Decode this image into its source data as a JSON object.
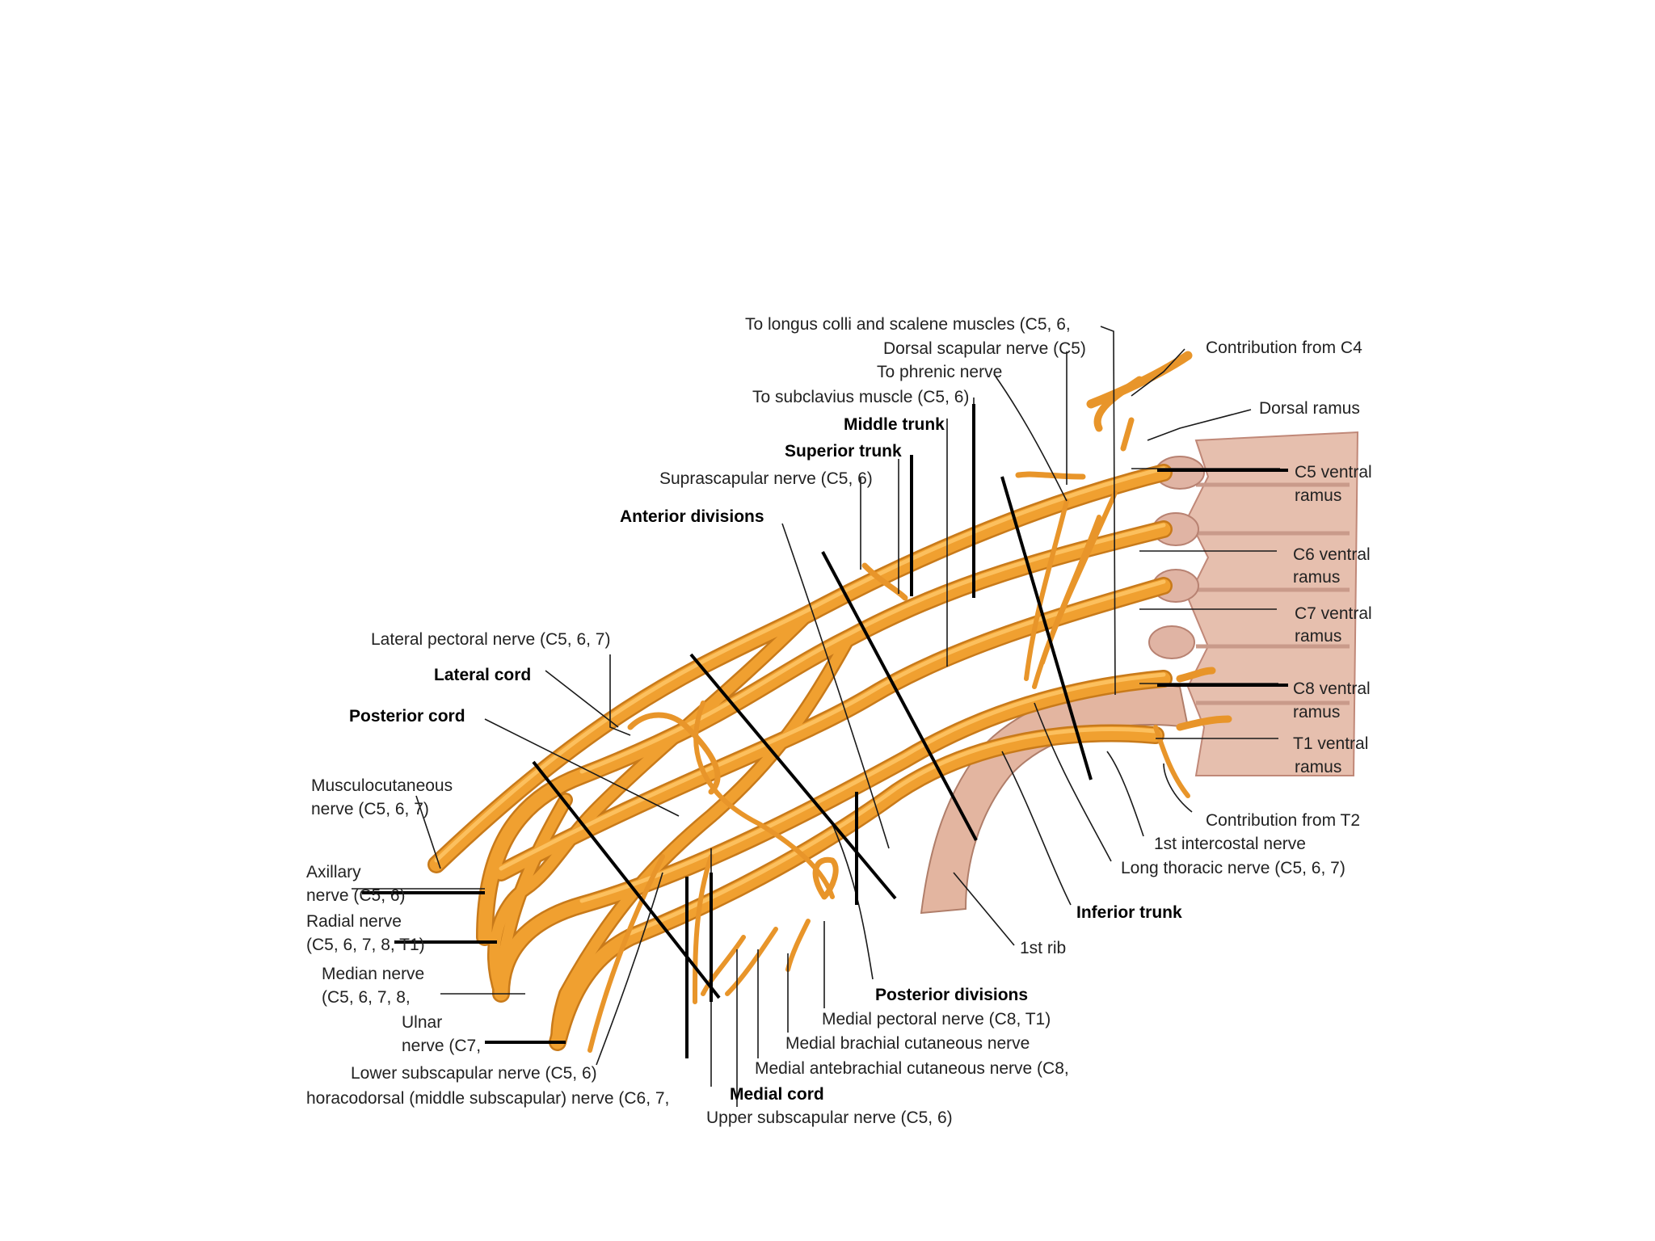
{
  "colors": {
    "background": "#ffffff",
    "nerve": "#f0a030",
    "nerve_dark": "#c87a1a",
    "nerve_light": "#ffd080",
    "bone": "#e6bfae",
    "bone_dark": "#c08878",
    "leader": "#1a1a1a"
  },
  "labels": {
    "longus_colli": "To longus colli and scalene muscles (C5, 6,",
    "dorsal_scapular": "Dorsal scapular nerve (C5)",
    "contribution_c4": "Contribution from C4",
    "phrenic": "To phrenic nerve",
    "subclavius": "To subclavius muscle (C5, 6)",
    "dorsal_ramus": "Dorsal ramus",
    "middle_trunk": "Middle trunk",
    "superior_trunk": "Superior trunk",
    "suprascapular": "Suprascapular nerve (C5, 6)",
    "c5_ventral_1": "C5 ventral",
    "c5_ventral_2": "ramus",
    "anterior_divisions": "Anterior divisions",
    "c6_ventral_1": "C6 ventral",
    "c6_ventral_2": "ramus",
    "c7_ventral_1": "C7 ventral",
    "c7_ventral_2": "ramus",
    "lateral_pectoral": "Lateral pectoral nerve (C5, 6, 7)",
    "lateral_cord": "Lateral cord",
    "c8_ventral_1": "C8 ventral",
    "c8_ventral_2": "ramus",
    "posterior_cord": "Posterior cord",
    "t1_ventral_1": "T1 ventral",
    "t1_ventral_2": "ramus",
    "musculocutaneous_1": "Musculocutaneous",
    "musculocutaneous_2": "nerve (C5, 6, 7)",
    "contribution_t2": "Contribution from T2",
    "first_intercostal": "1st intercostal nerve",
    "axillary_1": "Axillary",
    "axillary_2": "nerve (C5, 6)",
    "long_thoracic": "Long thoracic nerve (C5, 6, 7)",
    "inferior_trunk": "Inferior trunk",
    "radial_1": "Radial nerve",
    "radial_2": "(C5, 6, 7, 8, T1)",
    "first_rib": "1st rib",
    "median_1": "Median nerve",
    "median_2": "(C5, 6, 7, 8,",
    "posterior_divisions": "Posterior divisions",
    "ulnar_1": "Ulnar",
    "ulnar_2": "nerve (C7,",
    "medial_pectoral": "Medial pectoral nerve (C8, T1)",
    "medial_brachial": "Medial brachial cutaneous nerve",
    "lower_subscapular": "Lower subscapular nerve (C5, 6)",
    "medial_antebrachial": "Medial antebrachial cutaneous nerve (C8,",
    "thoracodorsal": "horacodorsal (middle subscapular) nerve (C6, 7,",
    "medial_cord": "Medial cord",
    "upper_subscapular": "Upper subscapular nerve (C5, 6)"
  }
}
